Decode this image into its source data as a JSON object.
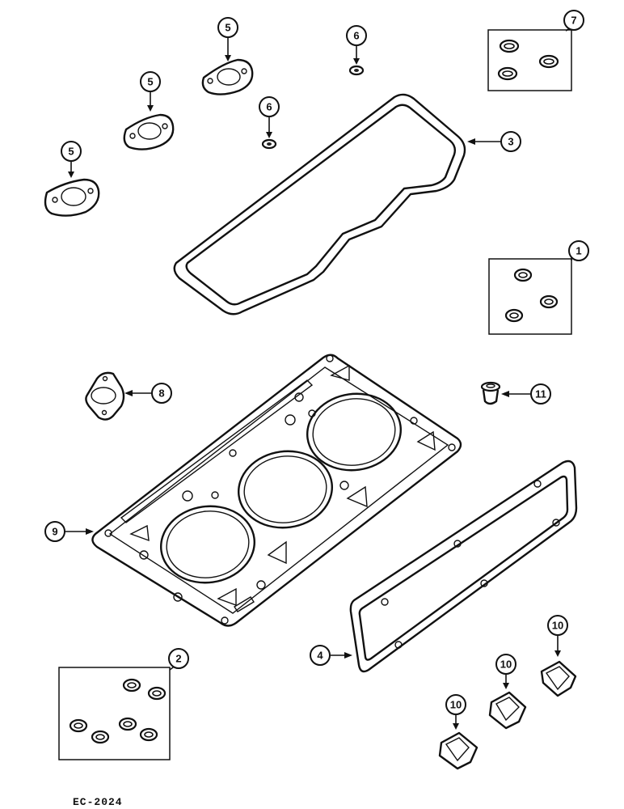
{
  "callouts": [
    "1",
    "2",
    "3",
    "4",
    "5",
    "5",
    "5",
    "6",
    "6",
    "7",
    "8",
    "9",
    "10",
    "10",
    "10",
    "11"
  ],
  "figure_code": "EC-2024",
  "colors": {
    "ink": "#111111",
    "paper": "#ffffff"
  }
}
